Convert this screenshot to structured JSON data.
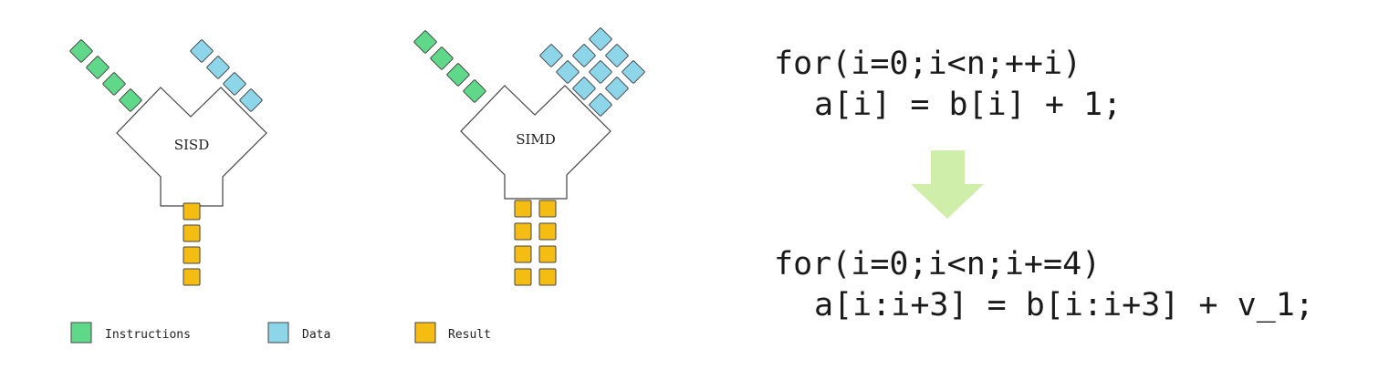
{
  "diagrams": [
    {
      "label": "SISD"
    },
    {
      "label": "SIMD"
    }
  ],
  "legend": [
    {
      "label": "Instructions",
      "color": "#5fd88a"
    },
    {
      "label": "Data",
      "color": "#8dd6ea"
    },
    {
      "label": "Result",
      "color": "#f5bd12"
    }
  ],
  "colors": {
    "instruction": "#5fd88a",
    "data": "#8dd6ea",
    "result": "#f5bd12",
    "arrow": "#cfeeaa",
    "outline": "#444444"
  },
  "code_before": [
    "for(i=0;i<n;++i)",
    "a[i] = b[i] + 1;"
  ],
  "code_after": [
    "for(i=0;i<n;i+=4)",
    "a[i:i+3] = b[i:i+3] + v_1;"
  ],
  "arrow_icon": "down-arrow-icon"
}
